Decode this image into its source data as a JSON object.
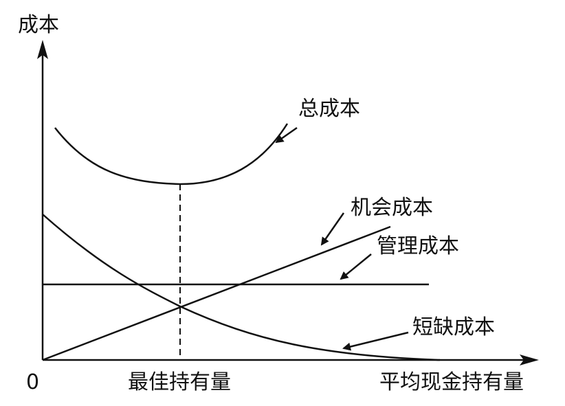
{
  "diagram": {
    "y_axis_label": "成本",
    "x_axis_label": "平均现金持有量",
    "origin_label": "0",
    "optimal_label": "最佳持有量",
    "curves": {
      "total": "总成本",
      "opportunity": "机会成本",
      "management": "管理成本",
      "shortage": "短缺成本"
    }
  }
}
